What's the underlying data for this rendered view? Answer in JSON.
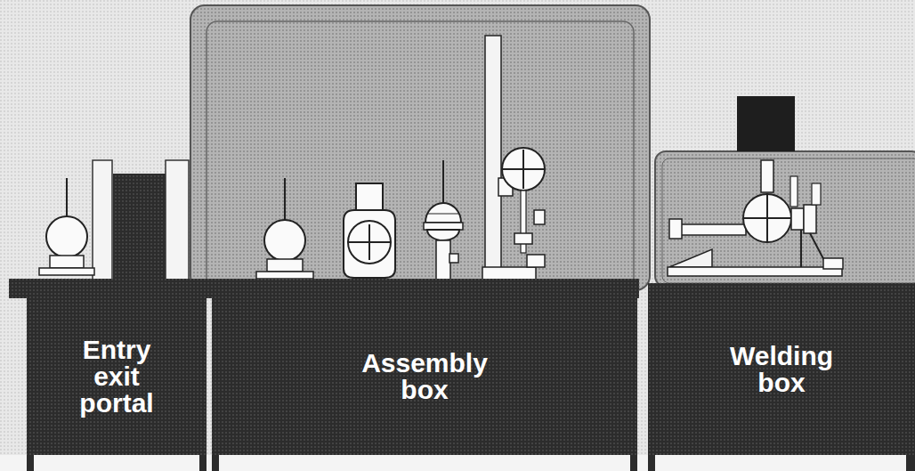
{
  "diagram": {
    "nodes": [
      {
        "text": [
          "Entry exit portal"
        ]
      },
      {
        "text": [
          "Assembly box"
        ]
      },
      {
        "text": [
          "Welding box"
        ]
      }
    ]
  }
}
